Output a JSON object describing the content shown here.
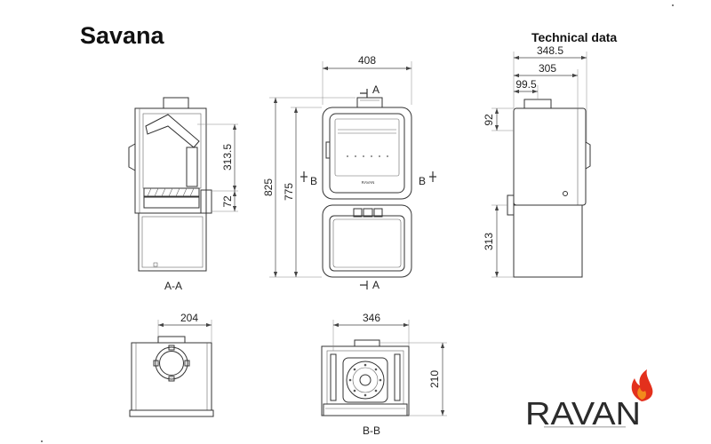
{
  "title": "Savana",
  "subtitle": "Technical data",
  "views": {
    "section_a": {
      "label": "A-A",
      "dim_upper": "313.5",
      "dim_lower": "72"
    },
    "front": {
      "width": "408",
      "height_total": "825",
      "height_body": "775",
      "mark_a_top": "A",
      "mark_a_bottom": "A",
      "mark_b_left": "B",
      "mark_b_right": "B",
      "door_label": "RAVAN"
    },
    "side": {
      "depth_total": "348.5",
      "depth_body": "305",
      "flue_offset": "99.5",
      "dim_upper": "92",
      "dim_lower": "313"
    },
    "top": {
      "dim": "204"
    },
    "section_b": {
      "label": "B-B",
      "width": "346",
      "depth": "210"
    }
  },
  "brand": {
    "name": "RAVAN",
    "text_color": "#2b2b2b",
    "flame_color": "#e3301c",
    "flame_inner_color": "#f28a1c"
  },
  "colors": {
    "line": "#333333",
    "background": "#ffffff"
  }
}
